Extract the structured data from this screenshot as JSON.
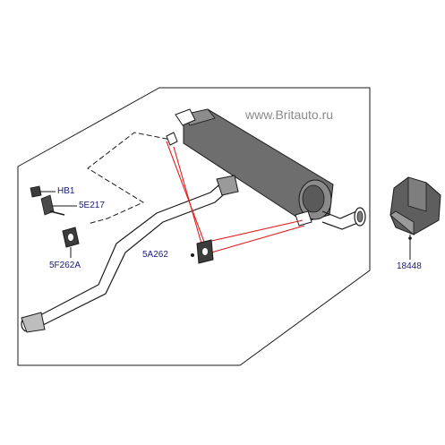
{
  "watermark": "www.Britauto.ru",
  "callouts": {
    "hb1": "HB1",
    "p5e217": "5E217",
    "p5f262a": "5F262A",
    "p5a262": "5A262",
    "p18448": "18448"
  },
  "colors": {
    "line": "#1a1a1a",
    "leader_red": "#e02020",
    "label_text": "#1a1a7a",
    "muffler_fill": "#6e6e6e",
    "shield_fill": "#5e5e5e"
  }
}
